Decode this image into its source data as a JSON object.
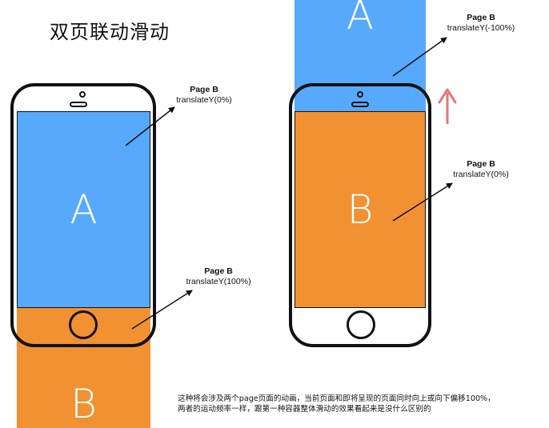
{
  "title": "双页联动滑动",
  "caption": {
    "line1": "这种将会涉及两个page页面的动画，当前页面和即将呈现的页面同时向上或向下偏移100%，",
    "line2": "两者的运动频率一样，跟第一种容器整体滑动的效果看起来是没什么区别的"
  },
  "pages": {
    "a_letter": "A",
    "b_letter": "B"
  },
  "labels": {
    "left_top": {
      "name": "Page B",
      "value": "translateY(0%)"
    },
    "left_bottom": {
      "name": "Page B",
      "value": "translateY(100%)"
    },
    "right_top": {
      "name": "Page B",
      "value": "translateY(-100%)"
    },
    "right_middle": {
      "name": "Page B",
      "value": "translateY(0%)"
    }
  },
  "colors": {
    "page_a": "#57a9fb",
    "page_b": "#f19131",
    "outline": "#111111",
    "up_arrow": "#e47577"
  },
  "icons": {
    "up_arrow": "up-arrow-icon"
  }
}
